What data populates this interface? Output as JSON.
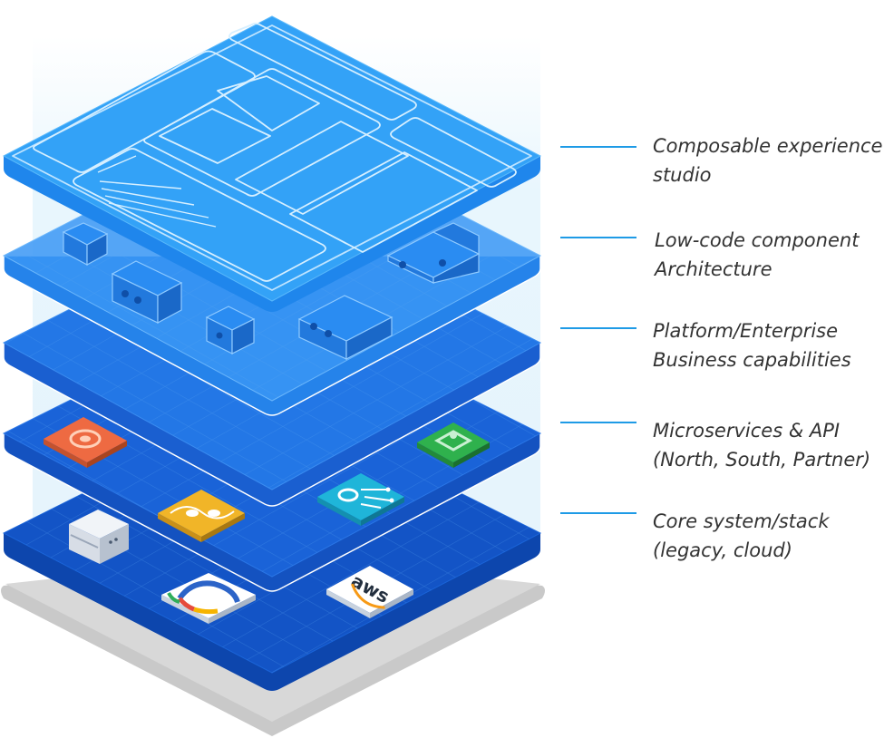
{
  "layers": [
    {
      "id": "experience",
      "lines": [
        "Composable experience",
        "studio"
      ]
    },
    {
      "id": "component",
      "lines": [
        "Low-code component",
        "Architecture"
      ]
    },
    {
      "id": "platform",
      "lines": [
        "Platform/Enterprise",
        "Business capabilities"
      ]
    },
    {
      "id": "microservices",
      "lines": [
        "Microservices & API",
        "(North, South, Partner)"
      ]
    },
    {
      "id": "core",
      "lines": [
        "Core system/stack",
        "(legacy, cloud)"
      ]
    }
  ],
  "logos": {
    "aws": "aws"
  },
  "icons": [
    "gear-icon",
    "plug-icon",
    "chip-gear-icon",
    "puzzle-icon",
    "server-icon",
    "cloud-ring-icon",
    "aws-logo"
  ],
  "colors": {
    "label_text": "#333333",
    "connector": "#1e9be6",
    "top_layer": "#2f9ff5",
    "deep_layer": "#1155c7",
    "shadow": "#c9c9c9"
  }
}
